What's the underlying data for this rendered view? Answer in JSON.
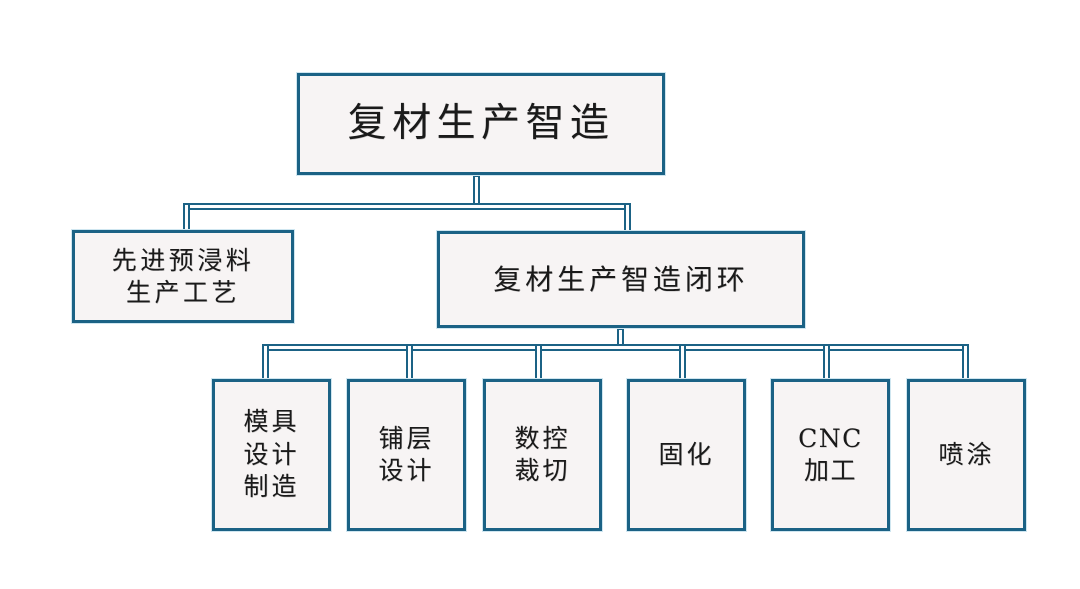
{
  "diagram": {
    "type": "org-chart",
    "title": "复材生产智造",
    "colors": {
      "box_border": "#1b6285",
      "box_fill": "#f7f4f4",
      "connector": "#1b6285",
      "background": "#ffffff",
      "text": "#1a1a1a"
    },
    "levels": [
      {
        "level": 1,
        "nodes": [
          {
            "id": "root",
            "label": "复材生产智造"
          }
        ]
      },
      {
        "level": 2,
        "nodes": [
          {
            "id": "branch-left",
            "label": "先进预浸料\n生产工艺"
          },
          {
            "id": "branch-right",
            "label": "复材生产智造闭环"
          }
        ]
      },
      {
        "level": 3,
        "nodes": [
          {
            "id": "leaf-0",
            "label": "模具\n设计\n制造"
          },
          {
            "id": "leaf-1",
            "label": "铺层\n设计"
          },
          {
            "id": "leaf-2",
            "label": "数控\n裁切"
          },
          {
            "id": "leaf-3",
            "label": "固化"
          },
          {
            "id": "leaf-4",
            "label": "CNC\n加工"
          },
          {
            "id": "leaf-5",
            "label": "喷涂"
          }
        ]
      }
    ],
    "edges": [
      {
        "from": "root",
        "to": "branch-left"
      },
      {
        "from": "root",
        "to": "branch-right"
      },
      {
        "from": "branch-right",
        "to": "leaf-0"
      },
      {
        "from": "branch-right",
        "to": "leaf-1"
      },
      {
        "from": "branch-right",
        "to": "leaf-2"
      },
      {
        "from": "branch-right",
        "to": "leaf-3"
      },
      {
        "from": "branch-right",
        "to": "leaf-4"
      },
      {
        "from": "branch-right",
        "to": "leaf-5"
      }
    ]
  }
}
